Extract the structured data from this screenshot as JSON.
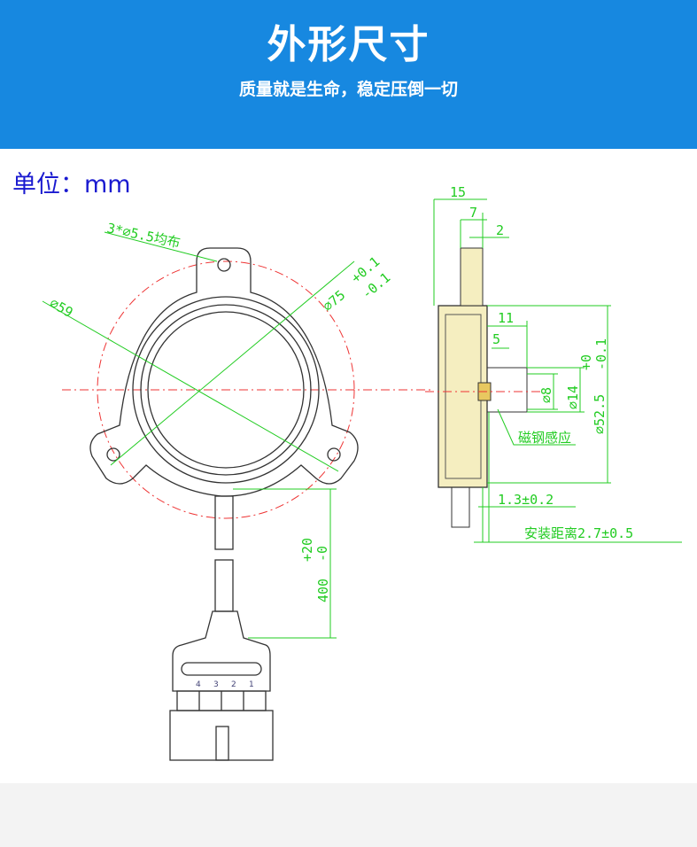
{
  "header": {
    "title": "外形尺寸",
    "subtitle": "质量就是生命，稳定压倒一切"
  },
  "unit_label": "单位：mm",
  "front_view": {
    "holes_label": "3*⌀5.5均布",
    "outer_dia": "⌀75",
    "outer_tol_upper": "+0.1",
    "outer_tol_lower": "-0.1",
    "inner_dia": "⌀59",
    "cable_length": "400",
    "cable_tol_upper": "+20",
    "cable_tol_lower": "-0",
    "pin_numbers": [
      "4",
      "3",
      "2",
      "1"
    ]
  },
  "side_view": {
    "width_total": "15",
    "width_7": "7",
    "width_2": "2",
    "width_11": "11",
    "width_5": "5",
    "dia_8": "⌀8",
    "dia_14": "⌀14",
    "dia_52": "⌀52.5",
    "dia_52_tol_upper": "+0",
    "dia_52_tol_lower": "-0.1",
    "magnet_label": "磁钢感应",
    "gap": "1.3±0.2",
    "install_distance": "安装距离2.7±0.5"
  },
  "colors": {
    "header": "#1788e0",
    "dimension": "#22cc22",
    "centerline": "#e33333",
    "body": "#f5eec0"
  }
}
